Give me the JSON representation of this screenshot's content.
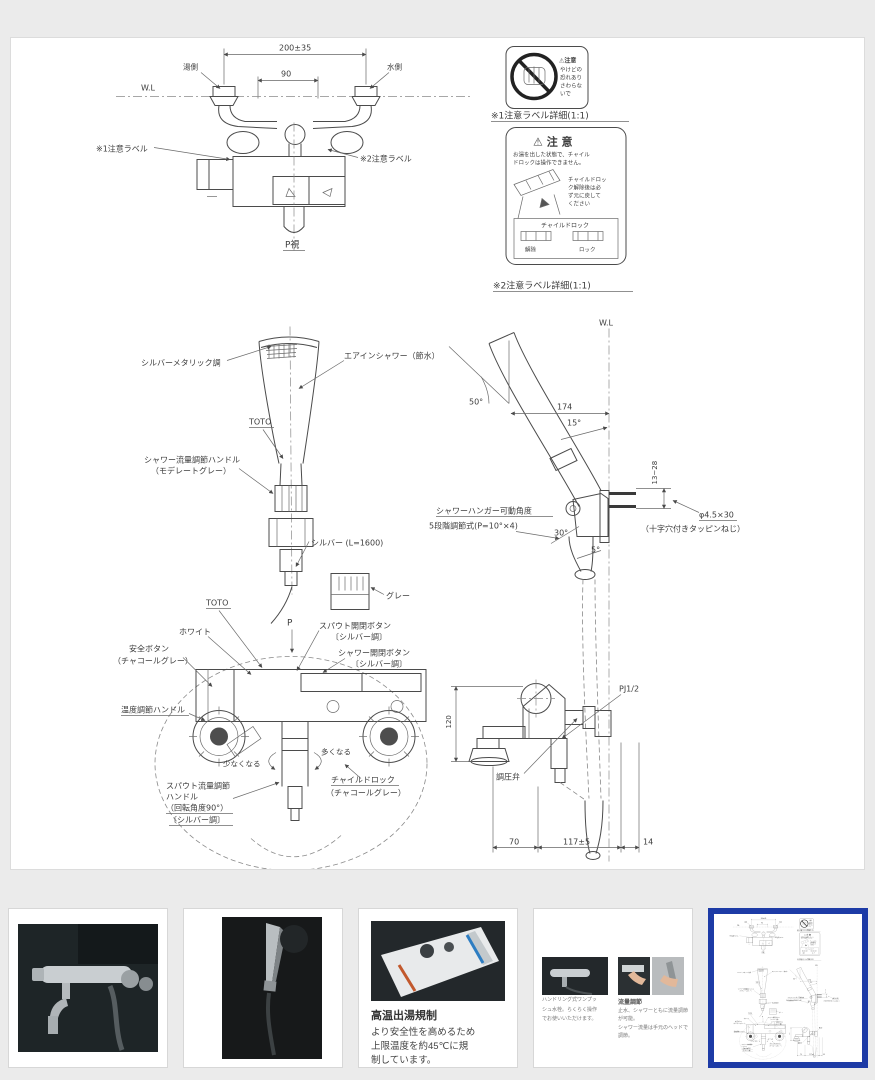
{
  "colors": {
    "accent_blue": "#1d3ba6",
    "page_bg": "#ebebeb",
    "panel_bg": "#ffffff",
    "line": "#4b4b4b"
  },
  "drawing": {
    "top_view": {
      "wl": "W.L",
      "dim_200": "200±35",
      "dim_90": "90",
      "hot_side": "湯側",
      "water_side": "水側",
      "note1": "※1注意ラベル",
      "note2": "※2注意ラベル",
      "p_view": "P視"
    },
    "label1": {
      "title": "※1注意ラベル詳細(1:1)",
      "caution": "⚠注意",
      "line1": "やけどの",
      "line2": "恐れあり",
      "line3": "さわらな",
      "line4": "いで"
    },
    "label2": {
      "title": "※2注意ラベル詳細(1:1)",
      "caution": "⚠ 注 意",
      "line1": "お湯を出した状態で、チャイル",
      "line2": "ドロックは操作できません。",
      "side1": "チャイルドロッ",
      "side2": "ク解除後は必",
      "side3": "ず元に戻して",
      "side4": "ください",
      "box_title": "チャイルドロック",
      "unlock": "解除",
      "lock": "ロック"
    },
    "shower_head": {
      "silver_metallic": "シルバーメタリック調",
      "airin": "エアインシャワー（節水）",
      "toto": "TOTO",
      "flow_handle1": "シャワー流量調節ハンドル",
      "flow_handle2": "（モデレートグレー）",
      "hose": "シルバー (L=1600)"
    },
    "hanger": {
      "wl": "W.L",
      "a50": "50°",
      "d174": "174",
      "a15": "15°",
      "d13_28": "13~28",
      "label1": "シャワーハンガー可動角度",
      "label2": "5段階調節式(P=10°×4)",
      "a30": "30°",
      "a5": "5°",
      "screw1": "φ4.5×30",
      "screw2": "（十字穴付きタッピンねじ）"
    },
    "front_view": {
      "toto": "TOTO",
      "white": "ホワイト",
      "safety1": "安全ボタン",
      "safety2": "（チャコールグレー）",
      "temp_handle": "温度調節ハンドル",
      "gray": "グレー",
      "p": "P",
      "spout_btn1": "スパウト開閉ボタン",
      "spout_btn2": "〔シルバー調〕",
      "shower_btn1": "シャワー開閉ボタン",
      "shower_btn2": "〔シルバー調〕",
      "less": "少なくなる",
      "more": "多くなる",
      "spout_flow1": "スパウト流量調節",
      "spout_flow2": "ハンドル",
      "spout_flow3": "（回転角度90°）",
      "spout_flow4": "〔シルバー調〕",
      "child_lock1": "チャイルドロック",
      "child_lock2": "（チャコールグレー）"
    },
    "side_view": {
      "pj": "PJ1/2",
      "d120": "120",
      "valve": "調圧弁",
      "d70": "70",
      "d117": "117±5",
      "d14": "14"
    }
  },
  "thumbnails": {
    "t3": {
      "title": "高温出湯規制",
      "line1": "より安全性を高めるため",
      "line2": "上限温度を約45℃に規",
      "line3": "制しています。"
    },
    "t4": {
      "cap1a": "ハンドリング式ワンプッ",
      "cap1b": "シュ水栓。らくらく操作",
      "cap1c": "でお使いいただけます。",
      "cap2_title": "流量調節",
      "cap2a": "止水、シャワーともに流量調節が可能。",
      "cap2b": "シャワー流量は手元のヘッドで調節。"
    }
  }
}
